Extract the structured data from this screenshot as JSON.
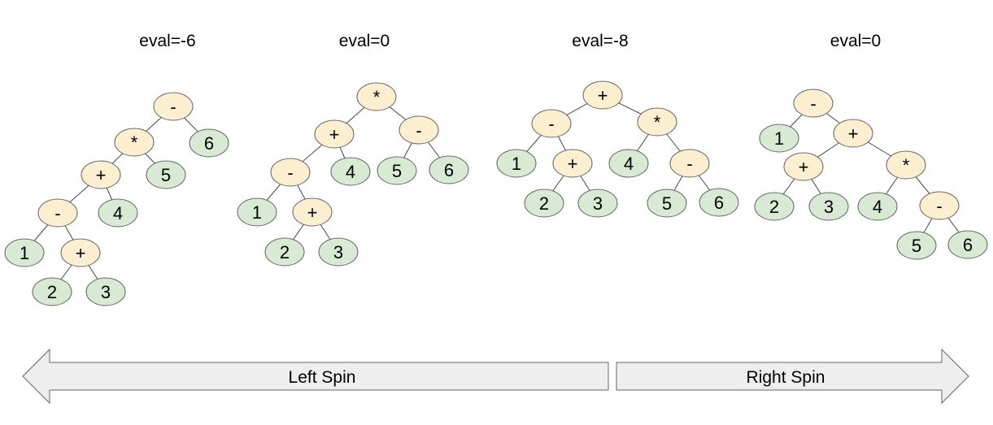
{
  "colors": {
    "operator_fill": "#fdefd0",
    "operand_fill": "#d8ead3",
    "node_stroke": "#666666",
    "edge": "#444444",
    "arrow_fill": "#eeeeee",
    "arrow_stroke": "#666666"
  },
  "trees": [
    {
      "eval": "eval=-6",
      "nodes": [
        {
          "id": "r",
          "label": "-",
          "kind": "operator"
        },
        {
          "id": "a",
          "label": "*",
          "kind": "operator",
          "parent": "r"
        },
        {
          "id": "n6",
          "label": "6",
          "kind": "operand",
          "parent": "r"
        },
        {
          "id": "b",
          "label": "+",
          "kind": "operator",
          "parent": "a"
        },
        {
          "id": "n5",
          "label": "5",
          "kind": "operand",
          "parent": "a"
        },
        {
          "id": "c",
          "label": "-",
          "kind": "operator",
          "parent": "b"
        },
        {
          "id": "n4",
          "label": "4",
          "kind": "operand",
          "parent": "b"
        },
        {
          "id": "n1",
          "label": "1",
          "kind": "operand",
          "parent": "c"
        },
        {
          "id": "d",
          "label": "+",
          "kind": "operator",
          "parent": "c"
        },
        {
          "id": "n2",
          "label": "2",
          "kind": "operand",
          "parent": "d"
        },
        {
          "id": "n3",
          "label": "3",
          "kind": "operand",
          "parent": "d"
        }
      ]
    },
    {
      "eval": "eval=0",
      "nodes": [
        {
          "id": "r",
          "label": "*",
          "kind": "operator"
        },
        {
          "id": "a",
          "label": "+",
          "kind": "operator",
          "parent": "r"
        },
        {
          "id": "s",
          "label": "-",
          "kind": "operator",
          "parent": "r"
        },
        {
          "id": "c",
          "label": "-",
          "kind": "operator",
          "parent": "a"
        },
        {
          "id": "n4",
          "label": "4",
          "kind": "operand",
          "parent": "a"
        },
        {
          "id": "n5",
          "label": "5",
          "kind": "operand",
          "parent": "s"
        },
        {
          "id": "n6",
          "label": "6",
          "kind": "operand",
          "parent": "s"
        },
        {
          "id": "n1",
          "label": "1",
          "kind": "operand",
          "parent": "c"
        },
        {
          "id": "d",
          "label": "+",
          "kind": "operator",
          "parent": "c"
        },
        {
          "id": "n2",
          "label": "2",
          "kind": "operand",
          "parent": "d"
        },
        {
          "id": "n3",
          "label": "3",
          "kind": "operand",
          "parent": "d"
        }
      ]
    },
    {
      "eval": "eval=-8",
      "nodes": [
        {
          "id": "r",
          "label": "+",
          "kind": "operator"
        },
        {
          "id": "a",
          "label": "-",
          "kind": "operator",
          "parent": "r"
        },
        {
          "id": "m",
          "label": "*",
          "kind": "operator",
          "parent": "r"
        },
        {
          "id": "n1",
          "label": "1",
          "kind": "operand",
          "parent": "a"
        },
        {
          "id": "d",
          "label": "+",
          "kind": "operator",
          "parent": "a"
        },
        {
          "id": "n4",
          "label": "4",
          "kind": "operand",
          "parent": "m"
        },
        {
          "id": "s",
          "label": "-",
          "kind": "operator",
          "parent": "m"
        },
        {
          "id": "n2",
          "label": "2",
          "kind": "operand",
          "parent": "d"
        },
        {
          "id": "n3",
          "label": "3",
          "kind": "operand",
          "parent": "d"
        },
        {
          "id": "n5",
          "label": "5",
          "kind": "operand",
          "parent": "s"
        },
        {
          "id": "n6",
          "label": "6",
          "kind": "operand",
          "parent": "s"
        }
      ]
    },
    {
      "eval": "eval=0",
      "nodes": [
        {
          "id": "r",
          "label": "-",
          "kind": "operator"
        },
        {
          "id": "n1",
          "label": "1",
          "kind": "operand",
          "parent": "r"
        },
        {
          "id": "a",
          "label": "+",
          "kind": "operator",
          "parent": "r"
        },
        {
          "id": "d",
          "label": "+",
          "kind": "operator",
          "parent": "a"
        },
        {
          "id": "m",
          "label": "*",
          "kind": "operator",
          "parent": "a"
        },
        {
          "id": "n2",
          "label": "2",
          "kind": "operand",
          "parent": "d"
        },
        {
          "id": "n3",
          "label": "3",
          "kind": "operand",
          "parent": "d"
        },
        {
          "id": "n4",
          "label": "4",
          "kind": "operand",
          "parent": "m"
        },
        {
          "id": "s",
          "label": "-",
          "kind": "operator",
          "parent": "m"
        },
        {
          "id": "n5",
          "label": "5",
          "kind": "operand",
          "parent": "s"
        },
        {
          "id": "n6",
          "label": "6",
          "kind": "operand",
          "parent": "s"
        }
      ]
    }
  ],
  "arrows": {
    "left_label": "Left Spin",
    "right_label": "Right Spin"
  }
}
